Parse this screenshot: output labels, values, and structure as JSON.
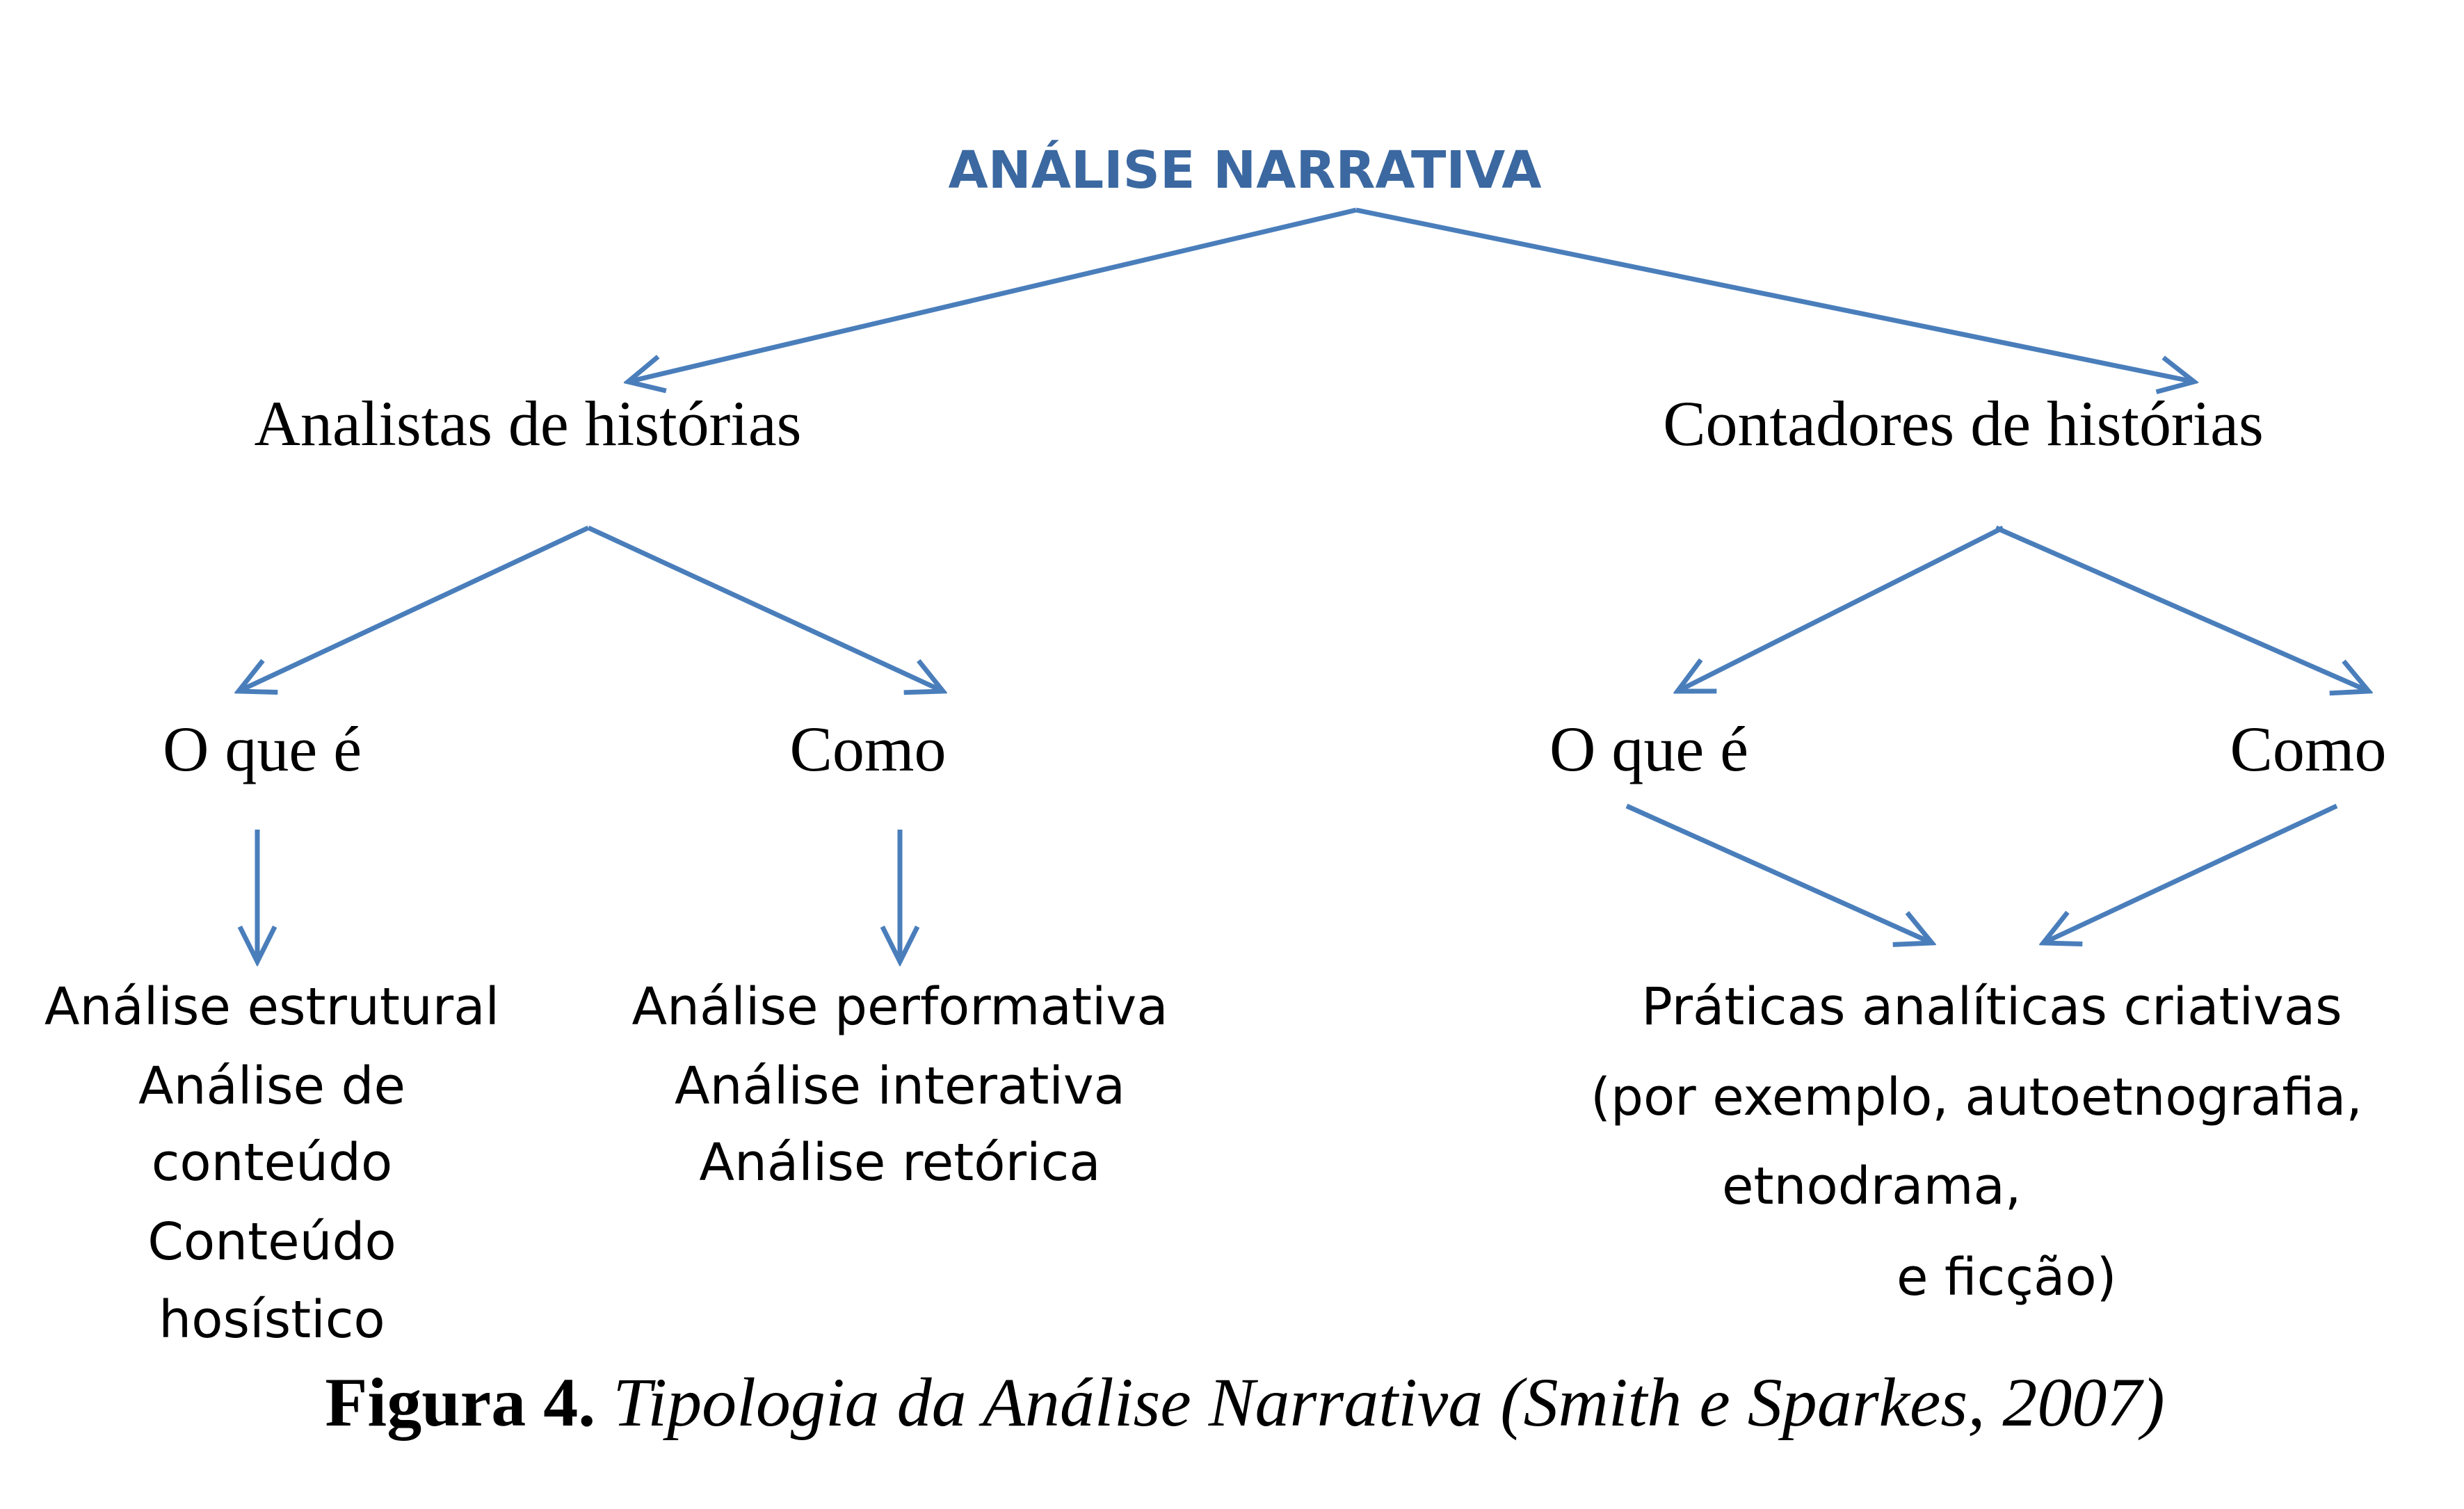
{
  "colors": {
    "arrow": "#4a7ebb",
    "title": "#3b68a0"
  },
  "title": "ANÁLISE NARRATIVA",
  "branches": {
    "left": {
      "label": "Analistas de histórias"
    },
    "right": {
      "label": "Contadores de histórias"
    }
  },
  "subnodes": {
    "left_what": "O que é",
    "left_how": "Como",
    "right_what": "O que é",
    "right_how": "Como"
  },
  "lists": {
    "left_what": [
      "Análise estrutural",
      "Análise de",
      "conteúdo",
      "Conteúdo",
      "hosístico"
    ],
    "left_how": [
      "Análise performativa",
      "Análise interativa",
      "Análise retórica"
    ],
    "right": [
      "Práticas analíticas criativas",
      "(por exemplo, autoetnografia,",
      "etnodrama,",
      "e ficção)"
    ]
  },
  "caption": {
    "label": "Figura 4.",
    "text": " Tipologia da Análise Narrativa (Smith e Sparkes, 2007)"
  }
}
